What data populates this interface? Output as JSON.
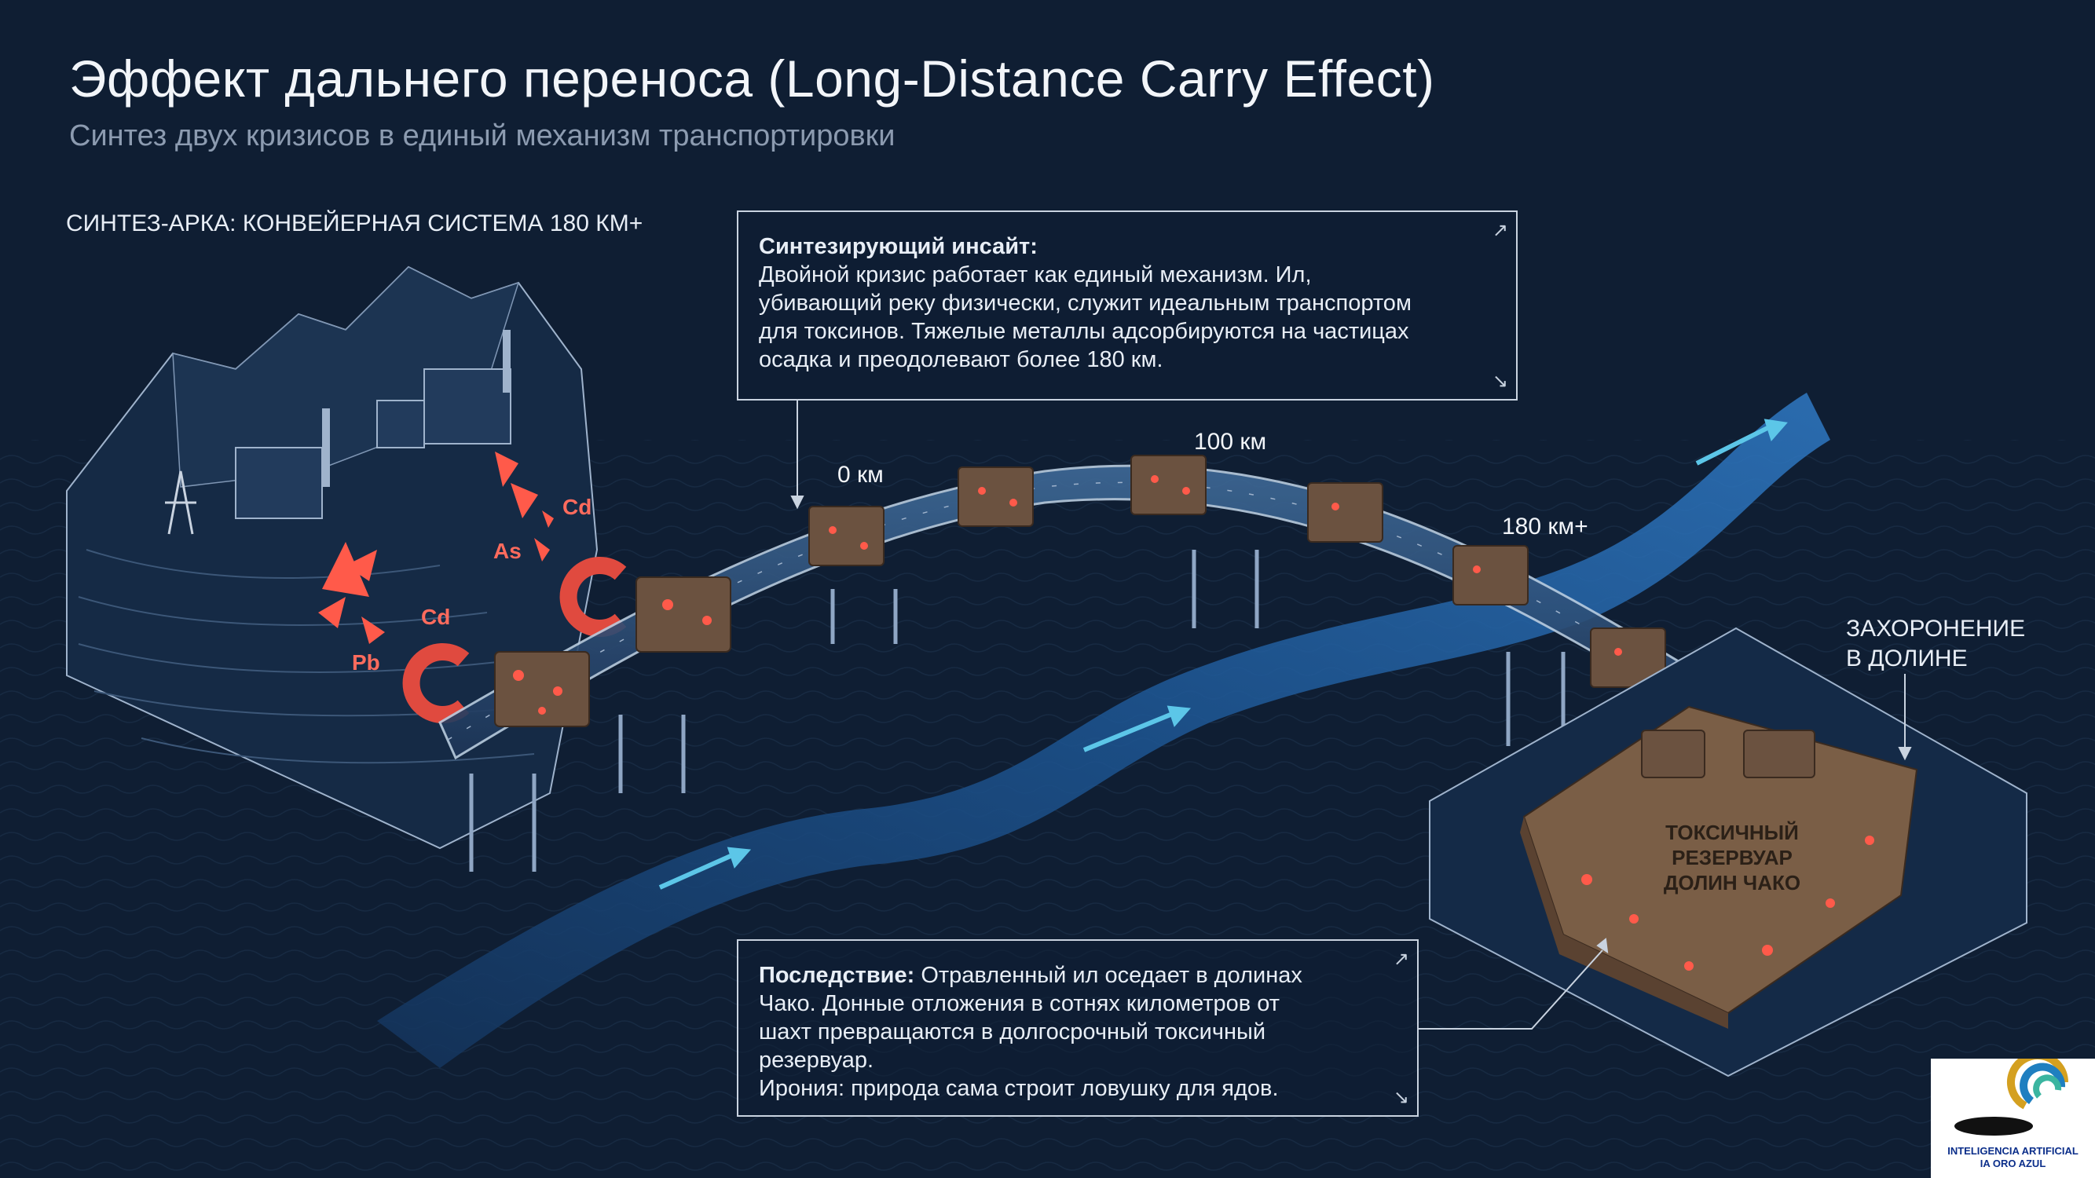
{
  "title": "Эффект дальнего переноса (Long-Distance Carry Effect)",
  "subtitle": "Синтез двух кризисов в единый механизм транспортировки",
  "section_label": "СИНТЕЗ-АРКА: КОНВЕЙЕРНАЯ СИСТЕМА 180 КМ+",
  "insight": {
    "heading": "Синтезирующий инсайт:",
    "lines": [
      "Двойной кризис работает как единый механизм. Ил,",
      "убивающий реку физически, служит идеальным транспортом",
      "для токсинов. Тяжелые металлы адсорбируются на частицах",
      "осадка и преодолевают более 180 км."
    ]
  },
  "consequence": {
    "heading": "Последствие:",
    "first_line_rest": " Отравленный ил оседает в долинах",
    "lines": [
      "Чако. Донные отложения в сотнях километров от",
      "шахт превращаются в долгосрочный токсичный",
      "резервуар.",
      "Ирония: природа сама строит ловушку для ядов."
    ]
  },
  "distance_markers": [
    "0 км",
    "100 км",
    "180 км+"
  ],
  "burial_label": [
    "ЗАХОРОНЕНИЕ",
    "В ДОЛИНЕ"
  ],
  "reservoir_label": [
    "ТОКСИЧНЫЙ РЕЗЕРВУАР",
    "ДОЛИН ЧАКО"
  ],
  "elements": [
    "Cd",
    "As",
    "Cd",
    "Pb"
  ],
  "logo": {
    "line1": "INTELIGENCIA ARTIFICIAL",
    "line2": "IA ORO AZUL"
  },
  "colors": {
    "background": "#0f1e33",
    "river": "#2a6fb5",
    "toxic": "#ff5a4a",
    "sediment": "#6b5240",
    "line": "#9fb3cc"
  },
  "icons": [
    "mountain-mine-icon",
    "magnet-icon",
    "arrow-icon",
    "conveyor-belt-icon",
    "corner-arrow-icon"
  ]
}
